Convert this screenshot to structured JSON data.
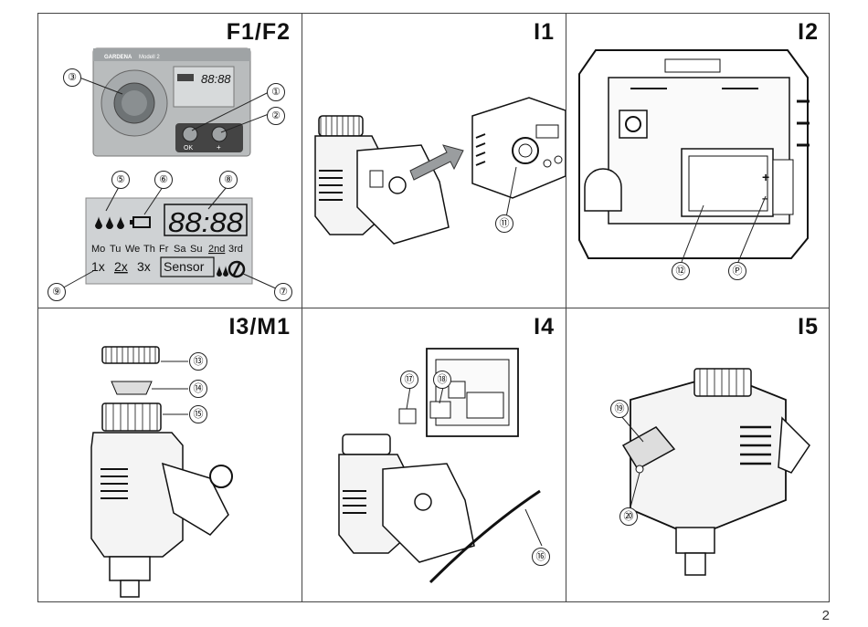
{
  "panels": {
    "f1f2": {
      "title": "F1/F2",
      "device_brand": "GARDENA",
      "device_model": "Modell 2",
      "display_time": "88:88",
      "ok_label": "OK",
      "plus_label": "+",
      "lcd": {
        "time": "88:88",
        "days": [
          "Mo",
          "Tu",
          "We",
          "Th",
          "Fr",
          "Sa",
          "Su"
        ],
        "day_options": [
          "2nd",
          "3rd"
        ],
        "frequencies": [
          "1x",
          "2x",
          "3x"
        ],
        "sensor_label": "Sensor"
      },
      "callouts": [
        "①",
        "②",
        "③",
        "⑤",
        "⑥",
        "⑦",
        "⑧",
        "⑨"
      ]
    },
    "i1": {
      "title": "I1",
      "callouts": [
        "⑪"
      ]
    },
    "i2": {
      "title": "I2",
      "callouts": [
        "⑫",
        "Ⓟ"
      ],
      "plus_sign": "+",
      "minus_sign": "–"
    },
    "i3m1": {
      "title": "I3/M1",
      "callouts": [
        "⑬",
        "⑭",
        "⑮"
      ]
    },
    "i4": {
      "title": "I4",
      "callouts": [
        "⑯",
        "⑰",
        "⑱"
      ]
    },
    "i5": {
      "title": "I5",
      "callouts": [
        "⑲",
        "⑳"
      ]
    }
  },
  "page_number": "2",
  "colors": {
    "border": "#444444",
    "device_grey": "#b9bcbd",
    "lcd_grey": "#cfd2d4",
    "ink": "#111111"
  }
}
